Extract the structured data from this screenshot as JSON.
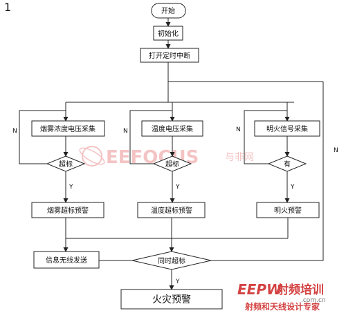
{
  "page_marker": "1",
  "nodes": {
    "start": "开始",
    "init": "初始化",
    "timer": "打开定时中断",
    "smoke_collect": "烟雾浓度电压采集",
    "temp_collect": "温度电压采集",
    "flame_collect": "明火信号采集",
    "smoke_check": "超标",
    "temp_check": "超标",
    "flame_check": "有",
    "smoke_alarm": "烟雾超标预警",
    "temp_alarm": "温度超标预警",
    "flame_alarm": "明火预警",
    "wireless_send": "信息无线发送",
    "both_check": "同时超标",
    "fire_alarm": "火灾预警"
  },
  "branch_labels": {
    "n": "N",
    "y": "Y"
  },
  "watermarks": {
    "center_brand": "EEFOCUS",
    "center_sub": "与非网",
    "corner_brand": "EEPW",
    "corner_title": "射频培训",
    "corner_domain": ".com.cn",
    "corner_slogan": "射频和天线设计专家"
  }
}
